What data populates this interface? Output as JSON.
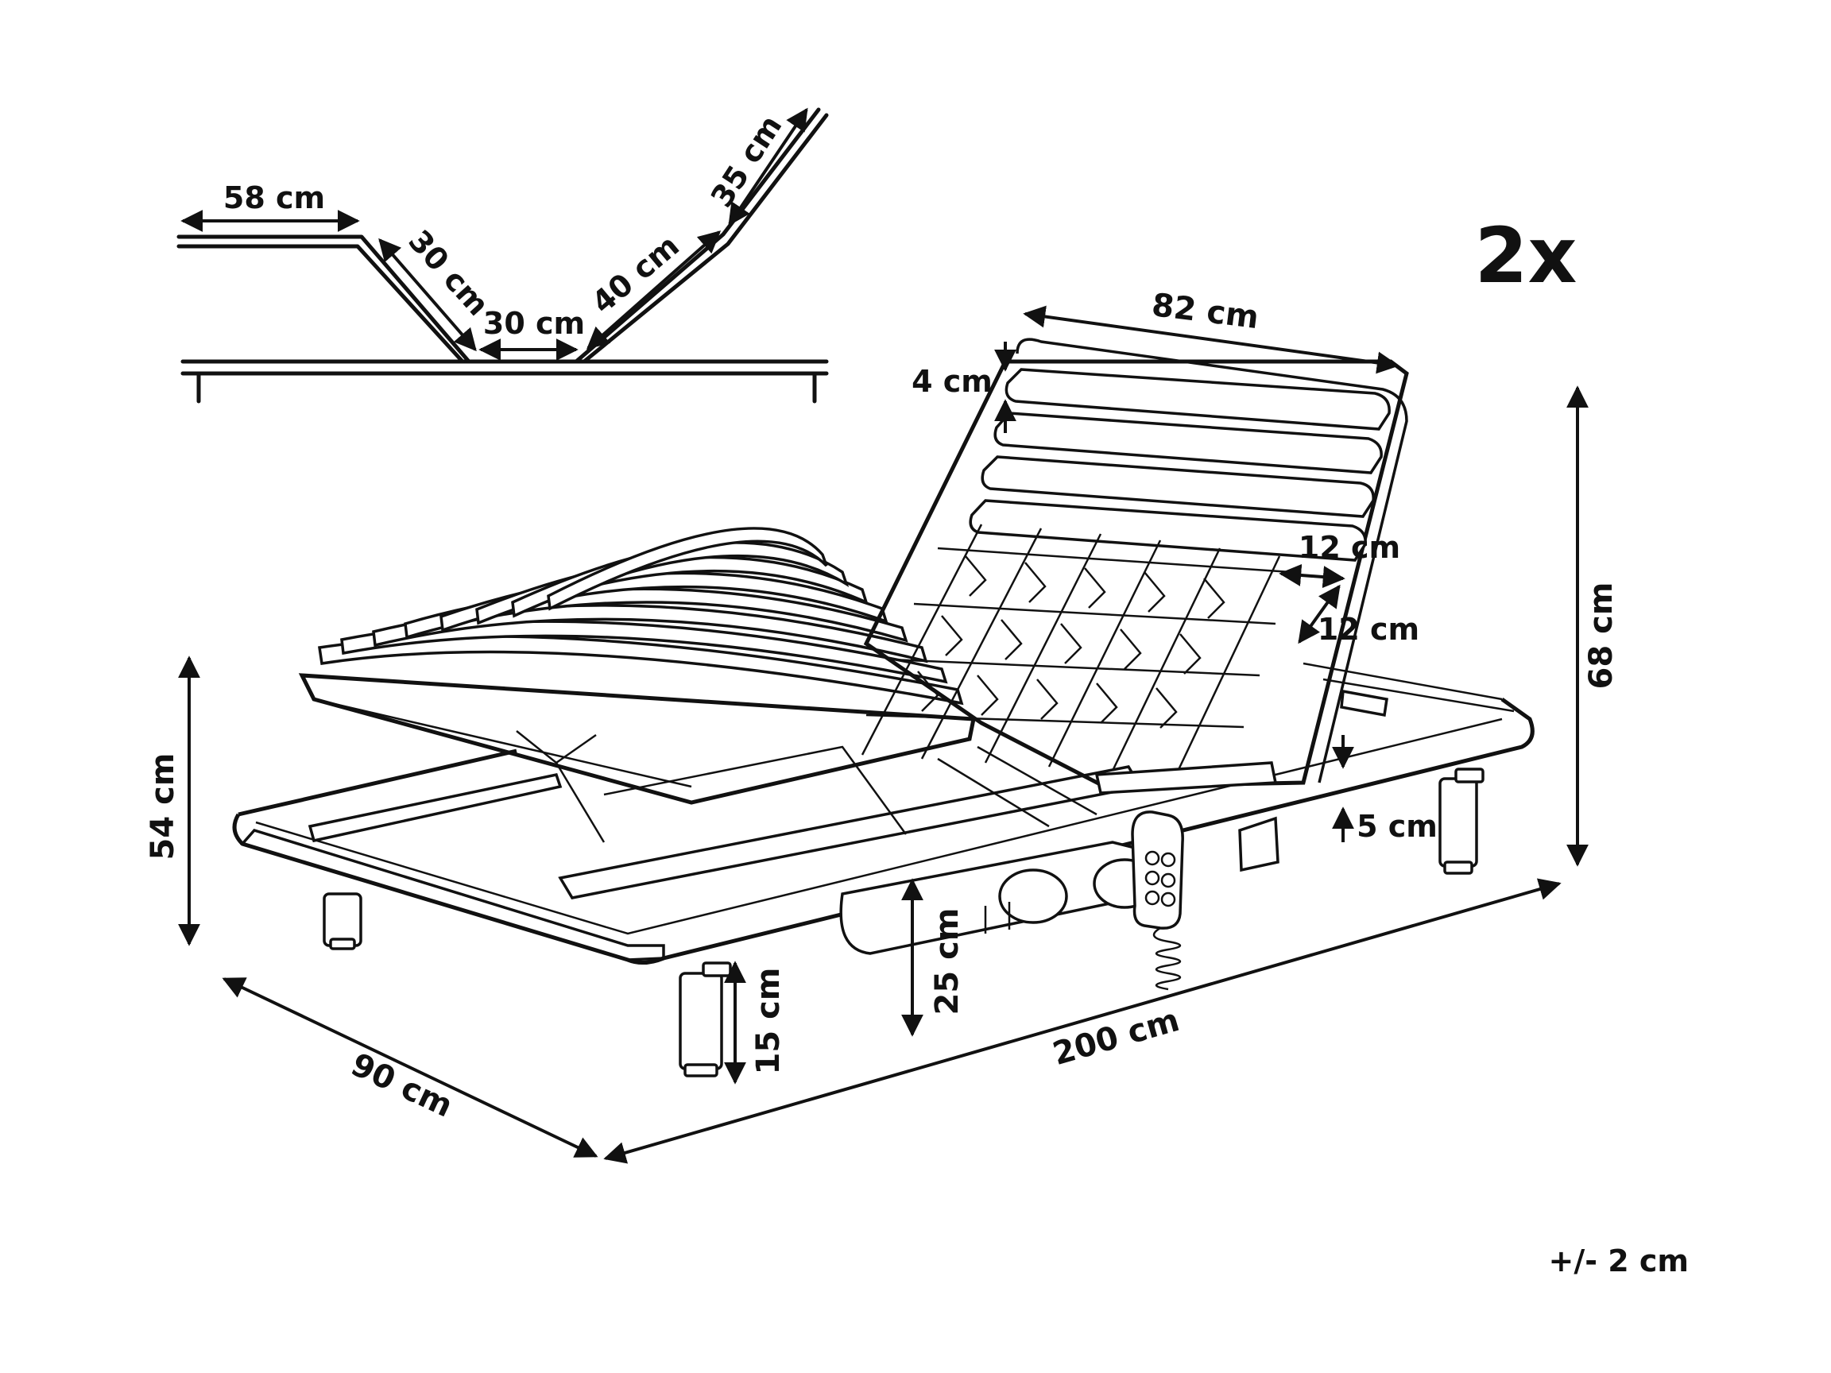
{
  "badge": "2x",
  "tolerance": "+/- 2 cm",
  "profile_labels": {
    "seg_58": "58 cm",
    "seg_30a": "30 cm",
    "seg_30b": "30 cm",
    "seg_40": "40 cm",
    "seg_35": "35 cm"
  },
  "bed_labels": {
    "head_width": "82 cm",
    "slat_thickness": "4 cm",
    "cell_width": "12 cm",
    "cell_height": "12 cm",
    "total_height": "68 cm",
    "side_height": "54 cm",
    "frame_height": "5 cm",
    "motor_clearance": "25 cm",
    "leg_height": "15 cm",
    "length": "200 cm",
    "width": "90 cm"
  }
}
